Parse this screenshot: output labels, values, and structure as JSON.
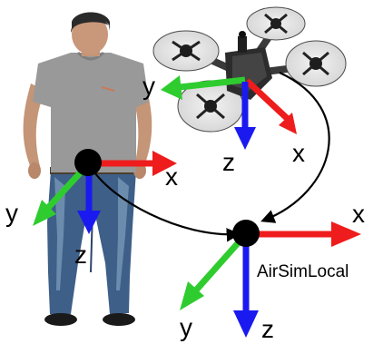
{
  "frames": {
    "person": {
      "x_label": "x",
      "y_label": "y",
      "z_label": "z"
    },
    "drone": {
      "x_label": "x",
      "y_label": "y",
      "z_label": "z"
    },
    "world": {
      "name": "AirSimLocal",
      "x_label": "x",
      "y_label": "y",
      "z_label": "z"
    }
  },
  "colors": {
    "x_axis": "#ee1c1c",
    "y_axis": "#2fcc2f",
    "z_axis": "#1a1af0",
    "origin": "#000000",
    "transform_arrow": "#000000"
  },
  "icons": {
    "person": "standing-man-figure",
    "drone": "quadcopter-drone"
  }
}
